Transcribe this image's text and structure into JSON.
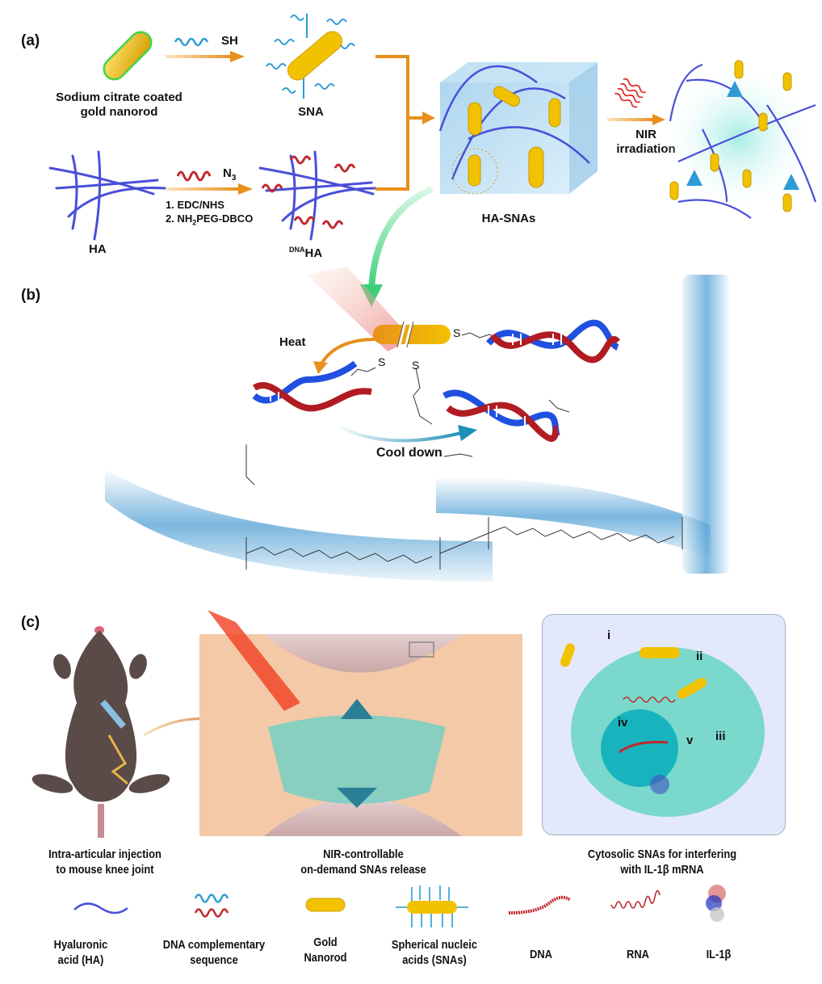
{
  "panels": {
    "a": {
      "label": "(a)",
      "nanorod_caption_line1": "Sodium  citrate coated",
      "nanorod_caption_line2": "gold  nanorod",
      "thiol_reagent": "SH",
      "sna_caption": "SNA",
      "ha_caption": "HA",
      "azide_reagent": "N",
      "azide_subscript": "3",
      "step1": "1. EDC/NHS",
      "step2_prefix": "2. NH",
      "step2_subscript": "2",
      "step2_suffix": "PEG-DBCO",
      "dnaha_superscript": "DNA",
      "dnaha_caption": "HA",
      "hasnas_caption": "HA-SNAs",
      "nir_line1": "NIR",
      "nir_line2": "irradiation"
    },
    "b": {
      "label": "(b)",
      "heat_label": "Heat",
      "cool_label": "Cool down",
      "sulfur_atom": "S"
    },
    "c": {
      "label": "(c)",
      "steps": [
        "i",
        "ii",
        "iii",
        "iv",
        "v"
      ],
      "caption_injection_line1": "Intra-articular injection",
      "caption_injection_line2": "to mouse  knee  joint",
      "caption_release_line1": "NIR-controllable",
      "caption_release_line2": "on-demand  SNAs release",
      "caption_cytosolic_line1": "Cytosolic  SNAs for interfering",
      "caption_cytosolic_line2": "with IL-1β mRNA"
    }
  },
  "legend": [
    {
      "icon": "hyaluronic-acid-icon",
      "line1": "Hyaluronic",
      "line2": "acid (HA)"
    },
    {
      "icon": "dna-complementary-icon",
      "line1": "DNA complementary",
      "line2": "sequence"
    },
    {
      "icon": "gold-nanorod-icon",
      "line1": "Gold",
      "line2": "Nanorod"
    },
    {
      "icon": "sna-icon",
      "line1": "Spherical nucleic",
      "line2": "acids (SNAs)"
    },
    {
      "icon": "dna-icon",
      "line1": "DNA",
      "line2": ""
    },
    {
      "icon": "rna-icon",
      "line1": "RNA",
      "line2": ""
    },
    {
      "icon": "il1b-protein-icon",
      "line1": "IL-1β",
      "line2": ""
    }
  ],
  "colors": {
    "orange_arrow": "#e8901c",
    "gold": "#f2c200",
    "dna_blue": "#2e9bd6",
    "dna_red": "#c0282c",
    "ha_purple": "#4a4fd8",
    "green_arrow": "#3ccf78",
    "hydrogel_cyan": "#bfeef0",
    "tissue": "#f3c9a8",
    "cell_teal": "#7ad9cc",
    "cell_box": "#e4e8fb",
    "mouse": "#5a4a48"
  }
}
